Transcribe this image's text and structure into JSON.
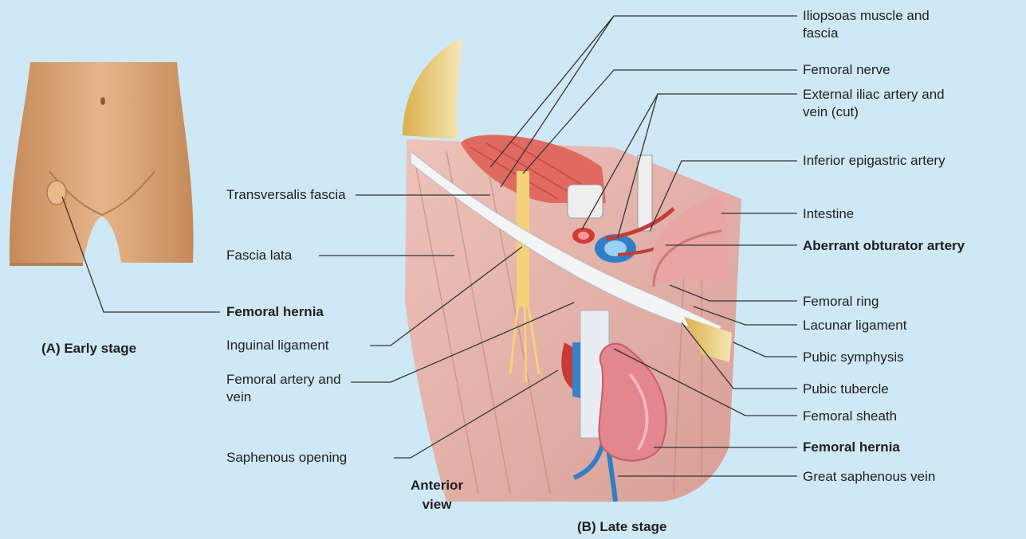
{
  "captions": {
    "early": "(A) Early stage",
    "late": "(B) Late stage",
    "view": "Anterior view"
  },
  "labels": {
    "iliopsoas": "Iliopsoas muscle and fascia",
    "femoral_nerve": "Femoral nerve",
    "ext_iliac": "External iliac artery and vein (cut)",
    "inf_epigastric": "Inferior epigastric artery",
    "intestine": "Intestine",
    "aberrant": "Aberrant obturator artery",
    "femoral_ring": "Femoral ring",
    "lacunar": "Lacunar ligament",
    "pubic_symphysis": "Pubic symphysis",
    "pubic_tubercle": "Pubic tubercle",
    "femoral_sheath": "Femoral sheath",
    "femoral_hernia_right": "Femoral hernia",
    "great_saphenous": "Great saphenous vein",
    "transversalis": "Transversalis fascia",
    "fascia_lata": "Fascia lata",
    "femoral_hernia_left": "Femoral hernia",
    "inguinal": "Inguinal ligament",
    "femoral_av": "Femoral artery and vein",
    "saphenous_opening": "Saphenous opening"
  }
}
